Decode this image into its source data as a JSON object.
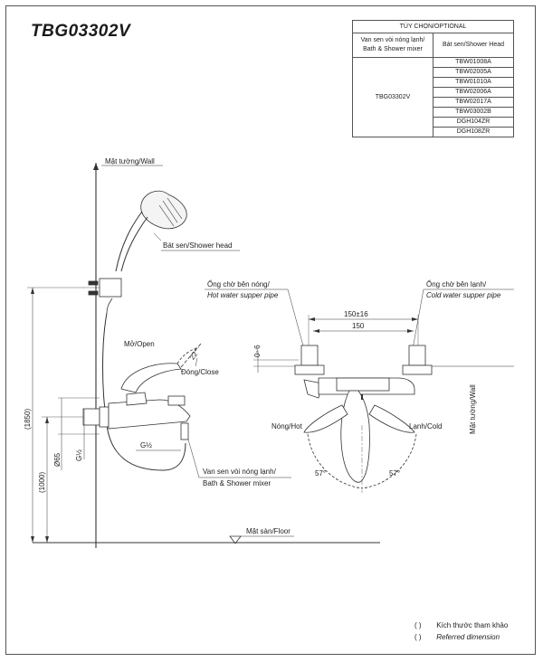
{
  "model": "TBG03302V",
  "options_table": {
    "title": "TÙY CHỌN/OPTIONAL",
    "col1_header": "Van sen vòi nóng lạnh/ Bath & Shower mixer",
    "col2_header": "Bát sen/Shower Head",
    "mixer_model": "TBG03302V",
    "shower_heads": [
      "TBW01008A",
      "TBW02005A",
      "TBW01010A",
      "TBW02006A",
      "TBW02017A",
      "TBW03002B",
      "DGH104ZR",
      "DGH108ZR"
    ]
  },
  "labels": {
    "wall": "Mặt tường/Wall",
    "shower_head": "Bát sen/Shower head",
    "open": "Mở/Open",
    "close": "Đóng/Close",
    "angle_open": "22°",
    "g_half_a": "G½",
    "g_half_b": "G½",
    "dia": "Ø65",
    "height_total": "(1850)",
    "height_mixer": "(1000)",
    "mixer_vi": "Van sen vòi nóng lạnh/",
    "mixer_en": "Bath & Shower mixer",
    "floor": "Mặt sàn/Floor",
    "hot_pipe_vi": "Ống chờ bên nóng/",
    "hot_pipe_en": "Hot water supper pipe",
    "cold_pipe_vi": "Ống chờ bên lạnh/",
    "cold_pipe_en": "Cold water supper pipe",
    "dim_150_16": "150±16",
    "dim_150": "150",
    "dim_0_6": "0~6",
    "hot": "Nóng/Hot",
    "cold": "Lạnh/Cold",
    "angle_left": "57°",
    "angle_right": "57°",
    "wall_vertical": "Mặt tường/Wall"
  },
  "notes": {
    "ref_vi": "Kích thước tham khảo",
    "ref_en": "Referred dimension",
    "paren": "(       )"
  }
}
